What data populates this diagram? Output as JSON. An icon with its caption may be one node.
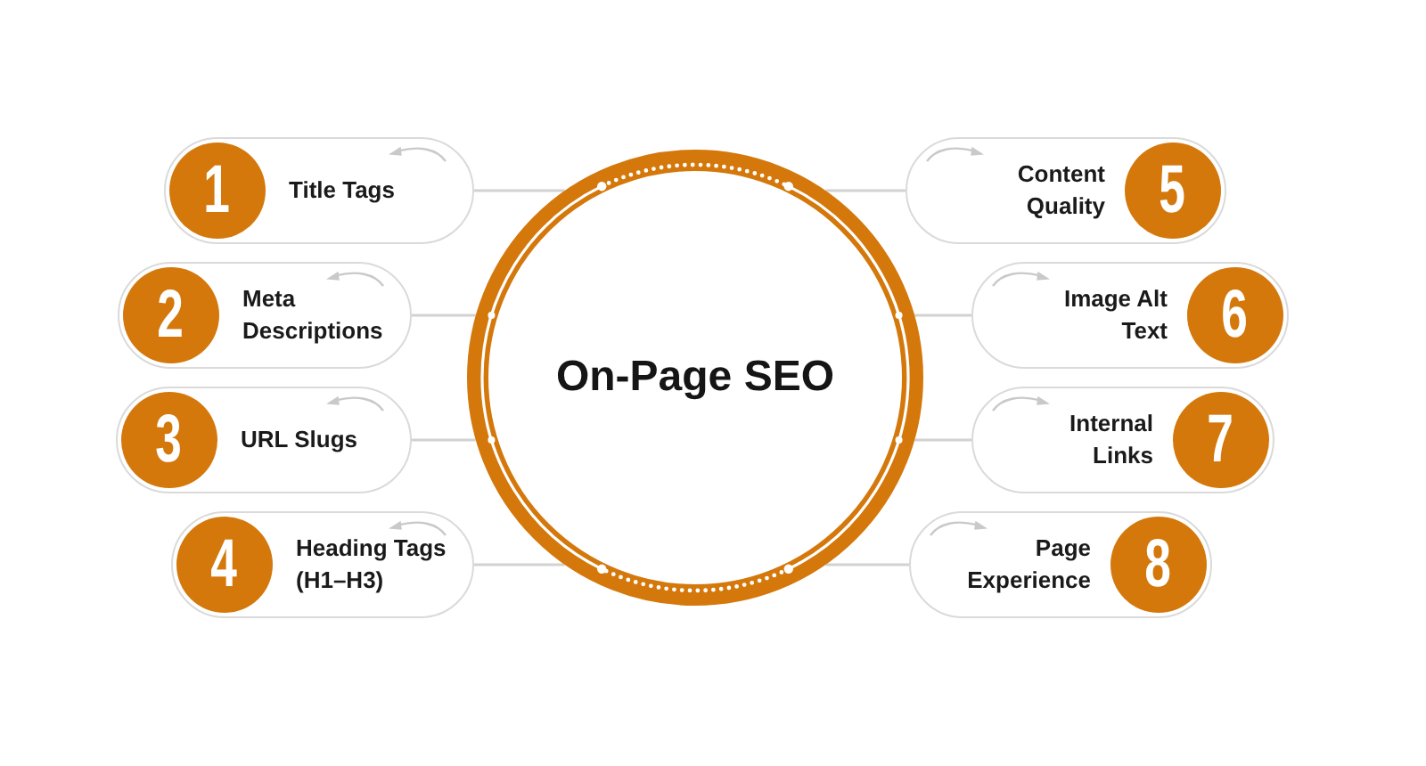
{
  "diagram": {
    "nodes": [
      {
        "text": [
          "On-Page SEO"
        ]
      },
      {
        "text": [
          "1",
          "Title Tags"
        ]
      },
      {
        "text": [
          "2",
          "Meta Descriptions"
        ]
      },
      {
        "text": [
          "3",
          "URL Slugs"
        ]
      },
      {
        "text": [
          "4",
          "Heading Tags (H1–H3)"
        ]
      },
      {
        "text": [
          "Content Quality",
          "5"
        ]
      },
      {
        "text": [
          "Image Alt Text",
          "6"
        ]
      },
      {
        "text": [
          "Internal Links",
          "7"
        ]
      },
      {
        "text": [
          "Page Experience",
          "8"
        ]
      }
    ],
    "edges": [
      {
        "from": 0,
        "to": 1,
        "arrow": "none"
      },
      {
        "from": 0,
        "to": 2,
        "arrow": "none"
      },
      {
        "from": 0,
        "to": 3,
        "arrow": "none"
      },
      {
        "from": 0,
        "to": 4,
        "arrow": "none"
      },
      {
        "from": 0,
        "to": 5,
        "arrow": "none"
      },
      {
        "from": 0,
        "to": 6,
        "arrow": "none"
      },
      {
        "from": 0,
        "to": 7,
        "arrow": "none"
      },
      {
        "from": 0,
        "to": 8,
        "arrow": "none"
      }
    ]
  }
}
